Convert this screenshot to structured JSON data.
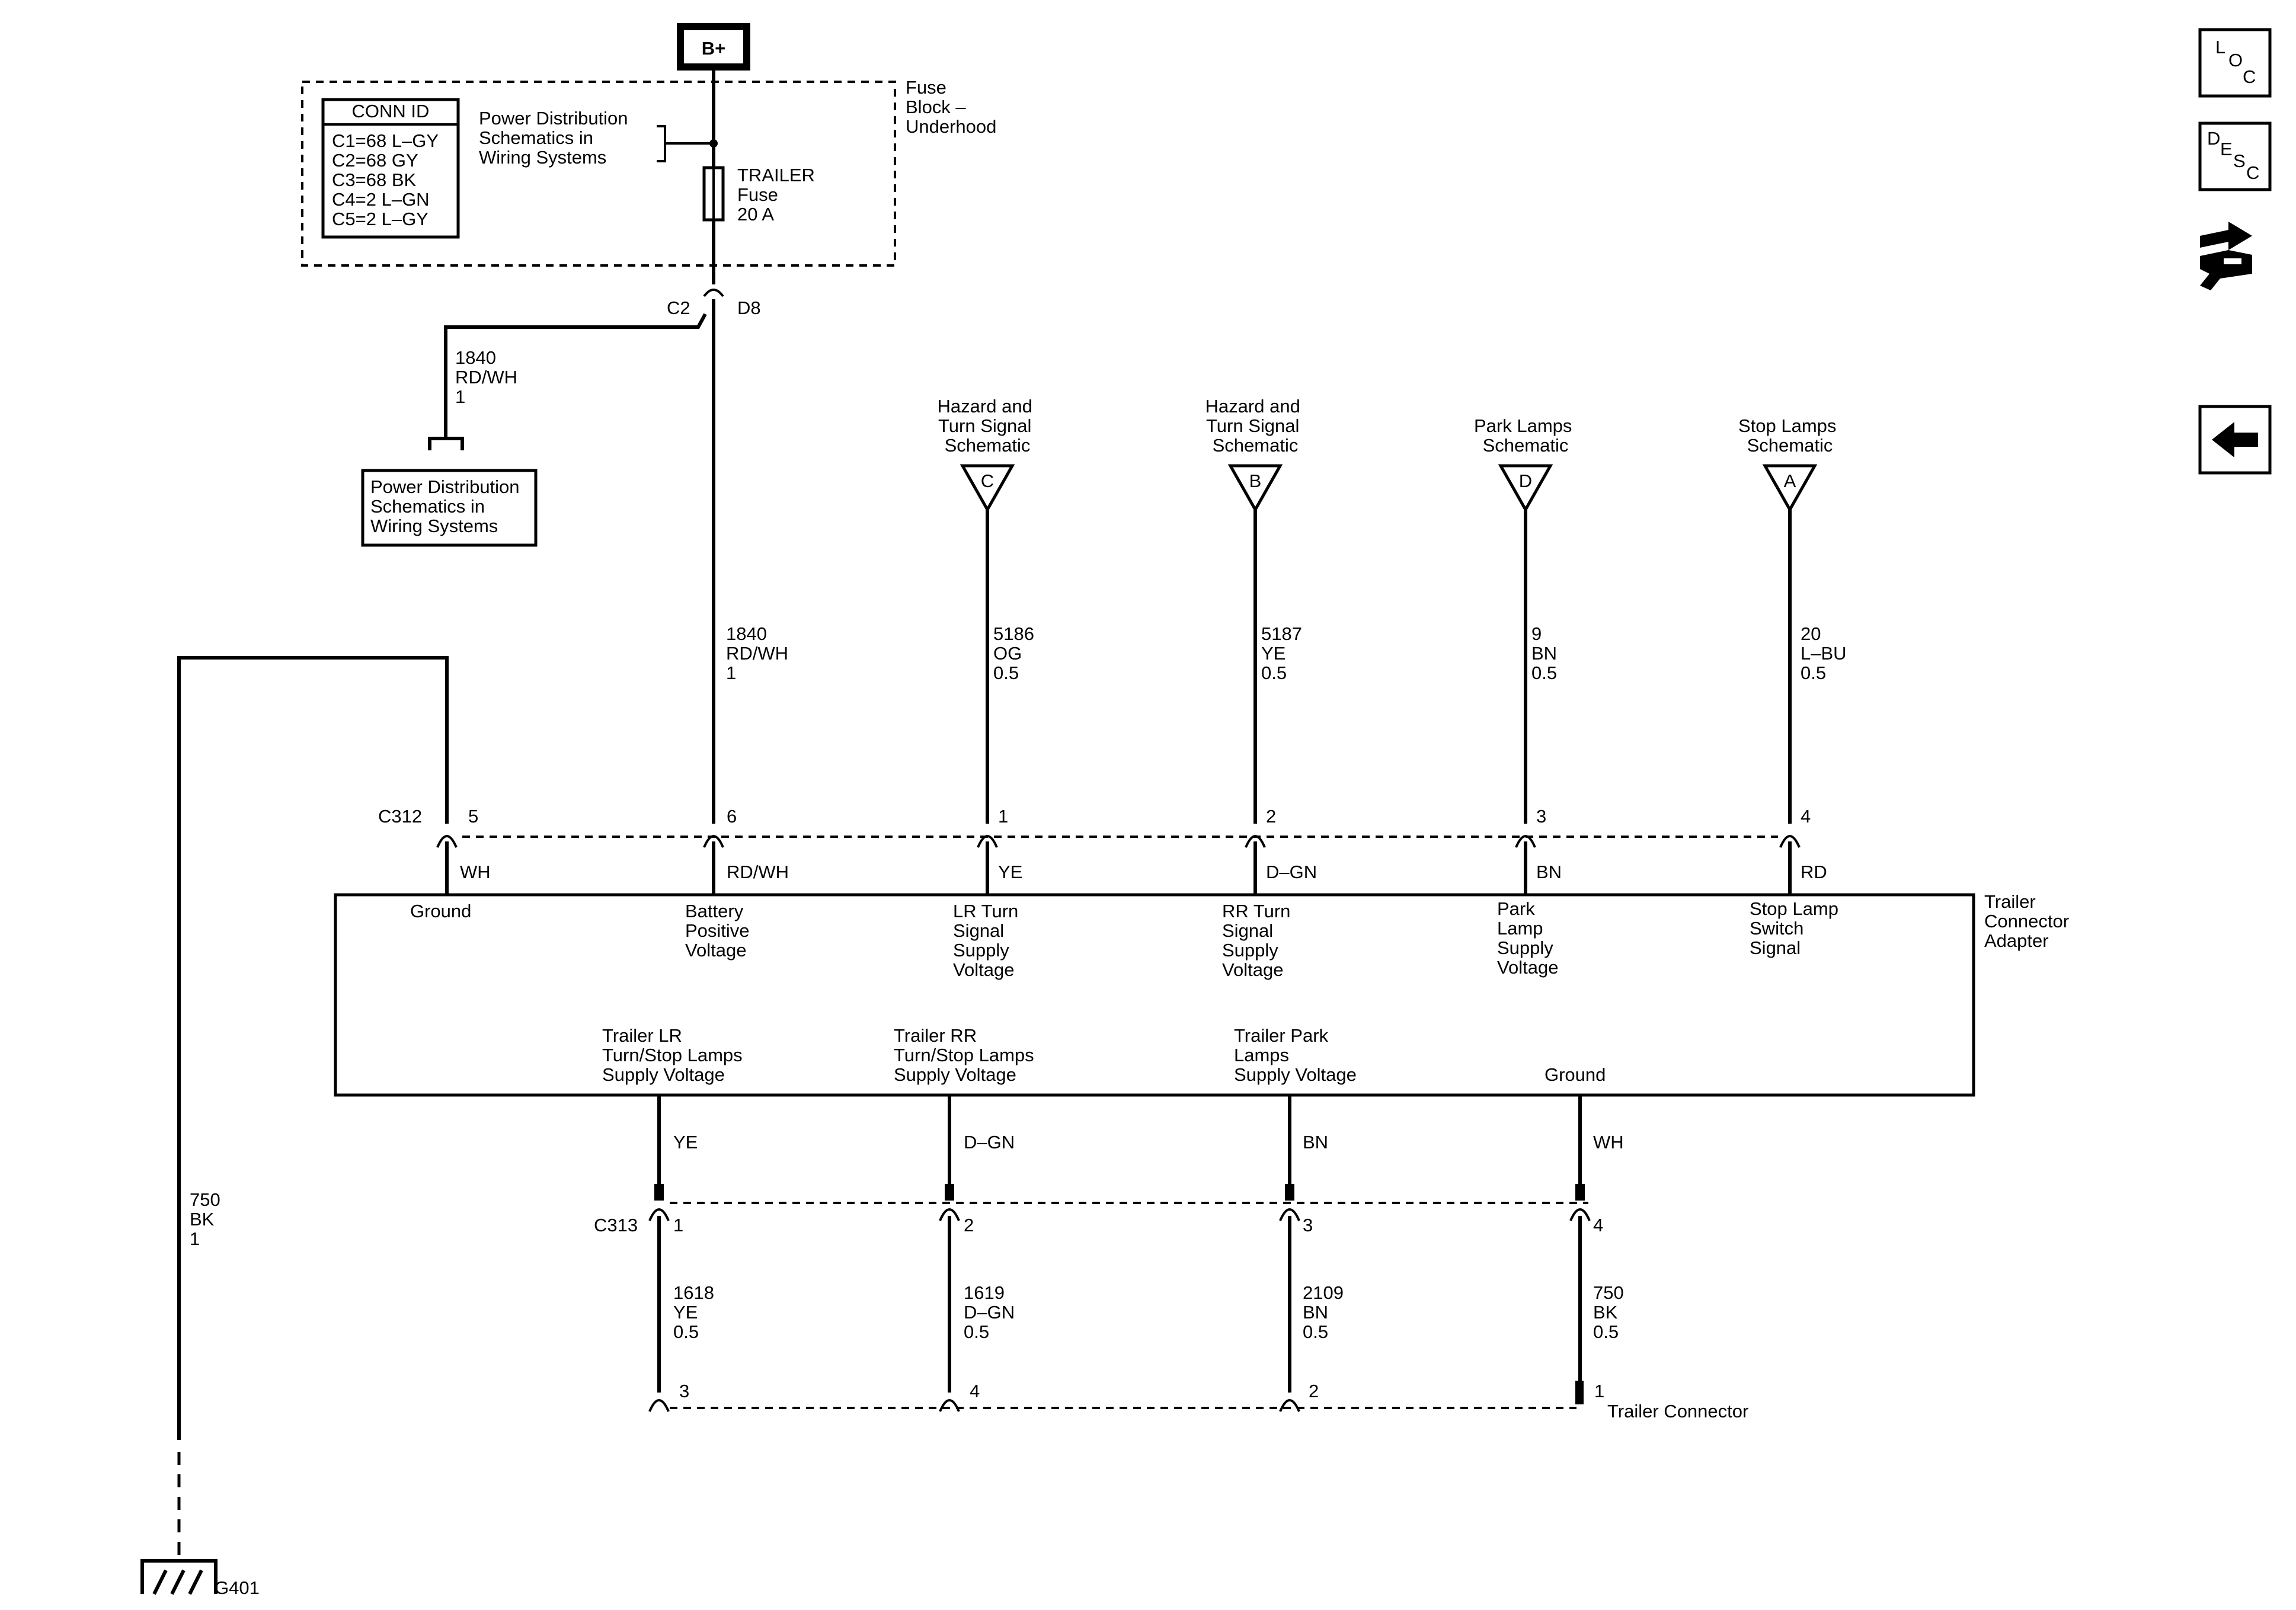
{
  "supply": {
    "label": "B+"
  },
  "conn_id": {
    "title": "CONN ID",
    "lines": [
      "C1=68 L–GY",
      "C2=68 GY",
      "C3=68 BK",
      "C4=2 L–GN",
      "C5=2 L–GY"
    ]
  },
  "fuse_block": {
    "label_lines": [
      "Fuse",
      "Block –",
      "Underhood"
    ],
    "pds_lines": [
      "Power Distribution",
      "Schematics in",
      "Wiring Systems"
    ],
    "fuse_lines": [
      "TRAILER",
      "Fuse",
      "20 A"
    ],
    "conn_left": "C2",
    "conn_right": "D8"
  },
  "pds_box": {
    "lines": [
      "Power Distribution",
      "Schematics in",
      "Wiring Systems"
    ]
  },
  "branch_wire": {
    "lines": [
      "1840",
      "RD/WH",
      "1"
    ]
  },
  "ground_wire": {
    "lines": [
      "750",
      "BK",
      "1"
    ]
  },
  "ground": {
    "label": "G401"
  },
  "refs": [
    {
      "letter": "C",
      "lines": [
        "Hazard and",
        "Turn Signal",
        "Schematic"
      ]
    },
    {
      "letter": "B",
      "lines": [
        "Hazard and",
        "Turn Signal",
        "Schematic"
      ]
    },
    {
      "letter": "D",
      "lines": [
        "Park Lamps",
        "Schematic"
      ]
    },
    {
      "letter": "A",
      "lines": [
        "Stop Lamps",
        "Schematic"
      ]
    }
  ],
  "c312": {
    "label": "C312",
    "pins": [
      {
        "pin": "5",
        "color": "WH",
        "wire": [],
        "function": [
          "Ground"
        ]
      },
      {
        "pin": "6",
        "color": "RD/WH",
        "wire": [
          "1840",
          "RD/WH",
          "1"
        ],
        "function": [
          "Battery",
          "Positive",
          "Voltage"
        ]
      },
      {
        "pin": "1",
        "color": "YE",
        "wire": [
          "5186",
          "OG",
          "0.5"
        ],
        "function": [
          "LR Turn",
          "Signal",
          "Supply",
          "Voltage"
        ]
      },
      {
        "pin": "2",
        "color": "D–GN",
        "wire": [
          "5187",
          "YE",
          "0.5"
        ],
        "function": [
          "RR Turn",
          "Signal",
          "Supply",
          "Voltage"
        ]
      },
      {
        "pin": "3",
        "color": "BN",
        "wire": [
          "9",
          "BN",
          "0.5"
        ],
        "function": [
          "Park",
          "Lamp",
          "Supply",
          "Voltage"
        ]
      },
      {
        "pin": "4",
        "color": "RD",
        "wire": [
          "20",
          "L–BU",
          "0.5"
        ],
        "function": [
          "Stop Lamp",
          "Switch",
          "Signal"
        ]
      }
    ]
  },
  "adapter": {
    "lines": [
      "Trailer",
      "Connector",
      "Adapter"
    ]
  },
  "c313": {
    "label": "C313",
    "pins": [
      {
        "pin": "1",
        "color": "YE",
        "function": [
          "Trailer LR",
          "Turn/Stop Lamps",
          "Supply Voltage"
        ],
        "wire": [
          "1618",
          "YE",
          "0.5"
        ],
        "tc_pin": "3"
      },
      {
        "pin": "2",
        "color": "D–GN",
        "function": [
          "Trailer RR",
          "Turn/Stop Lamps",
          "Supply Voltage"
        ],
        "wire": [
          "1619",
          "D–GN",
          "0.5"
        ],
        "tc_pin": "4"
      },
      {
        "pin": "3",
        "color": "BN",
        "function": [
          "Trailer Park",
          "Lamps",
          "Supply Voltage"
        ],
        "wire": [
          "2109",
          "BN",
          "0.5"
        ],
        "tc_pin": "2"
      },
      {
        "pin": "4",
        "color": "WH",
        "function": [
          "Ground"
        ],
        "wire": [
          "750",
          "BK",
          "0.5"
        ],
        "tc_pin": "1"
      }
    ]
  },
  "trailer_connector": {
    "label": "Trailer Connector"
  },
  "side_buttons": {
    "loc": [
      "L",
      "O",
      "C"
    ],
    "desc": [
      "D",
      "E",
      "S",
      "C"
    ]
  }
}
